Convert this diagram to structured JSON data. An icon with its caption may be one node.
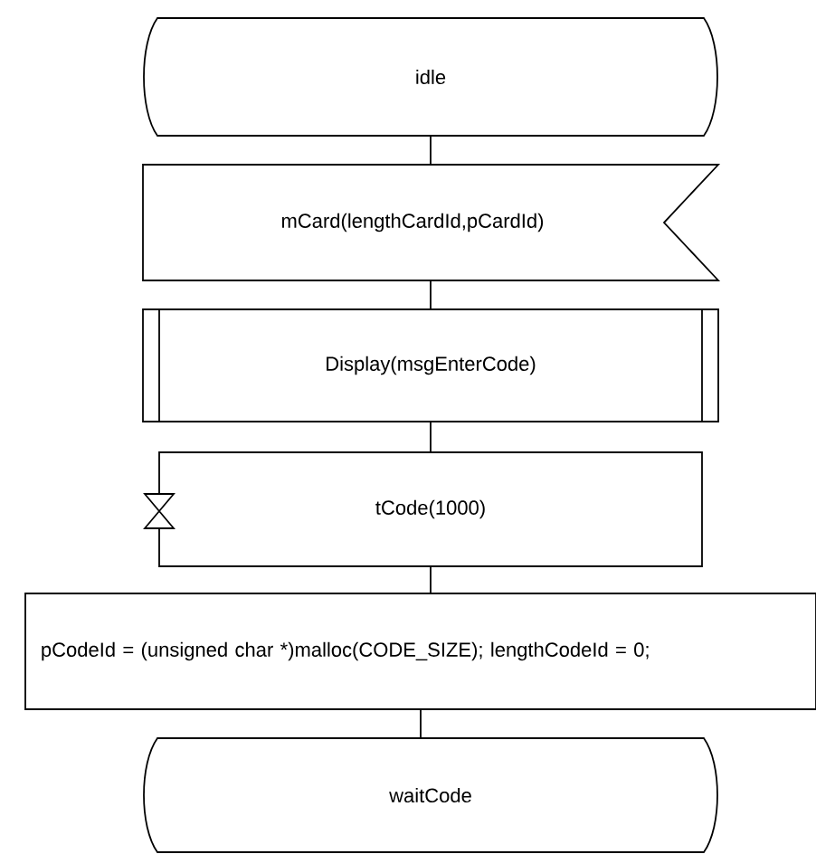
{
  "diagram": {
    "nodes": [
      {
        "text": [
          "idle"
        ]
      },
      {
        "text": [
          "mCard(lengthCardId,pCardId)"
        ]
      },
      {
        "text": [
          "Display(msgEnterCode)"
        ]
      },
      {
        "text": [
          "tCode(1000)"
        ]
      },
      {
        "text": [
          "pCodeId = (unsigned char *)malloc(CODE_SIZE); lengthCodeId = 0;"
        ]
      },
      {
        "text": [
          "waitCode"
        ]
      }
    ],
    "edges": [
      {
        "from": 0,
        "to": 1,
        "arrow": "none"
      },
      {
        "from": 1,
        "to": 2,
        "arrow": "none"
      },
      {
        "from": 2,
        "to": 3,
        "arrow": "none"
      },
      {
        "from": 3,
        "to": 4,
        "arrow": "none"
      },
      {
        "from": 4,
        "to": 5,
        "arrow": "none"
      }
    ]
  }
}
